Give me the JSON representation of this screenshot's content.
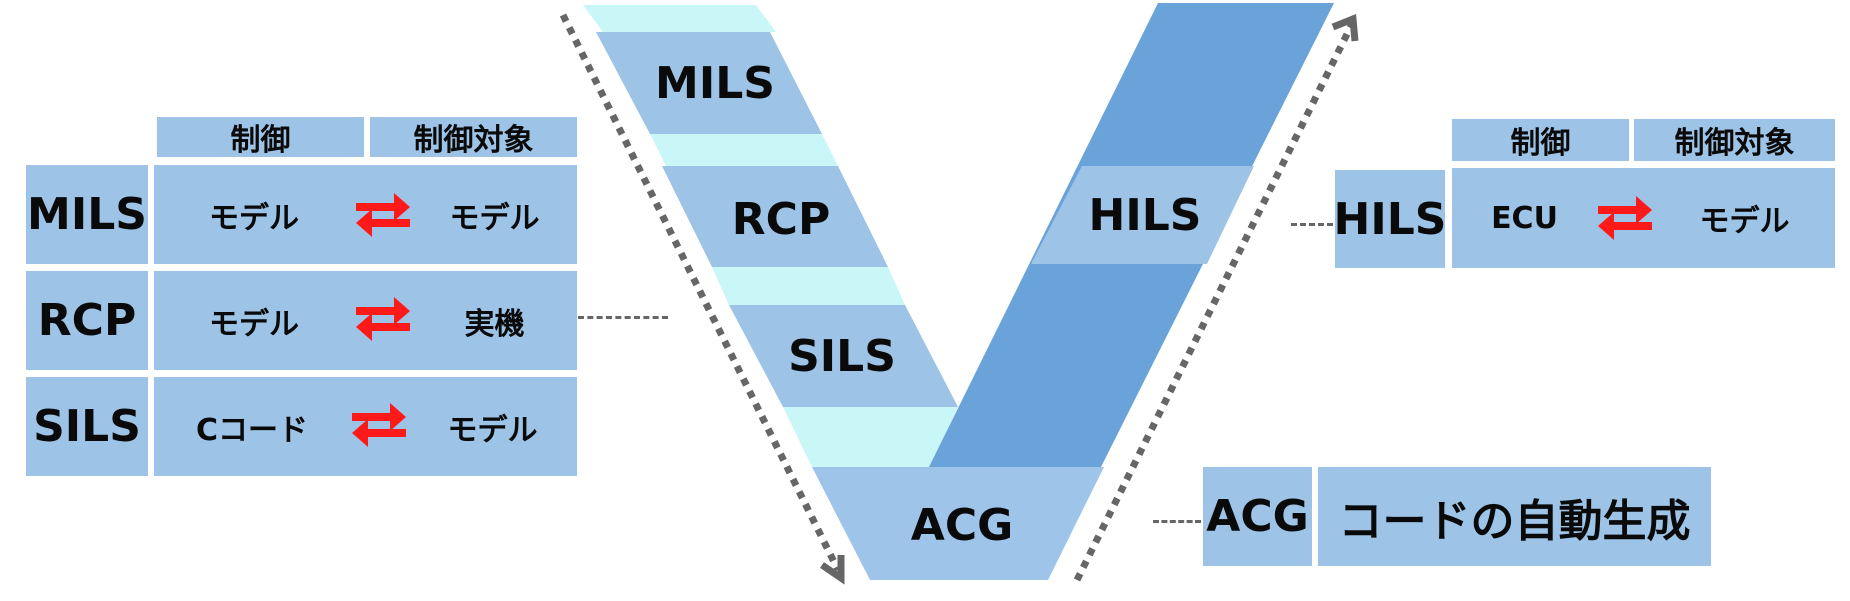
{
  "colors": {
    "cell": "#9dc3e6",
    "vlight": "#9dc3e6",
    "vcyan": "#c9f7f7",
    "vdark": "#6aa3da",
    "vbottom": "#9fc4ea",
    "arrow": "#ff1a1a",
    "dots": "#666666"
  },
  "left_table": {
    "header": {
      "control": "制御",
      "target": "制御対象"
    },
    "rows": [
      {
        "label": "MILS",
        "control": "モデル",
        "target": "モデル"
      },
      {
        "label": "RCP",
        "control": "モデル",
        "target": "実機"
      },
      {
        "label": "SILS",
        "control": "Cコード",
        "target": "モデル"
      }
    ]
  },
  "right_table": {
    "header": {
      "control": "制御",
      "target": "制御対象"
    },
    "row": {
      "label": "HILS",
      "control": "ECU",
      "target": "モデル"
    }
  },
  "acg_box": {
    "label": "ACG",
    "description": "コードの自動生成"
  },
  "v_diagram": {
    "left_labels": [
      "MILS",
      "RCP",
      "SILS"
    ],
    "right_label": "HILS",
    "bottom_label": "ACG"
  },
  "icons": {
    "swap": "swap-arrows-icon",
    "down_arrow": "dotted-down-arrow-icon",
    "up_arrow": "dotted-up-arrow-icon"
  }
}
